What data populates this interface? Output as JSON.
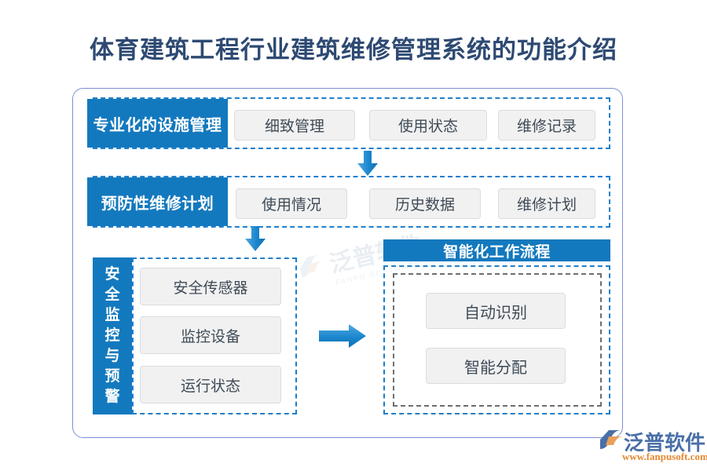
{
  "page": {
    "title": "体育建筑工程行业建筑维修管理系统的功能介绍",
    "accent_blue": "#1379BE",
    "frame_border": "#7B8FD4",
    "item_bg": "#F1F1F1",
    "title_color": "#2E4A73"
  },
  "rows": [
    {
      "header": "专业化的设施管理",
      "items": [
        "细致管理",
        "使用状态",
        "维修记录"
      ]
    },
    {
      "header": "预防性维修计划",
      "items": [
        "使用情况",
        "历史数据",
        "维修计划"
      ]
    }
  ],
  "monitoring": {
    "header_chars": [
      "安",
      "全",
      "监",
      "控",
      "与",
      "预",
      "警"
    ],
    "header_text": "安全监控与预警",
    "items": [
      "安全传感器",
      "监控设备",
      "运行状态"
    ]
  },
  "workflow": {
    "header": "智能化工作流程",
    "items": [
      "自动识别",
      "智能分配"
    ]
  },
  "arrows": {
    "down_1": "arrow-down-icon",
    "down_2": "arrow-down-icon",
    "right_1": "arrow-right-icon"
  },
  "watermark": {
    "text": "泛普软件",
    "sub": "FANPU SOFTWARE"
  },
  "logo": {
    "name": "泛普软件",
    "url": "www.fanpusoft.com"
  }
}
